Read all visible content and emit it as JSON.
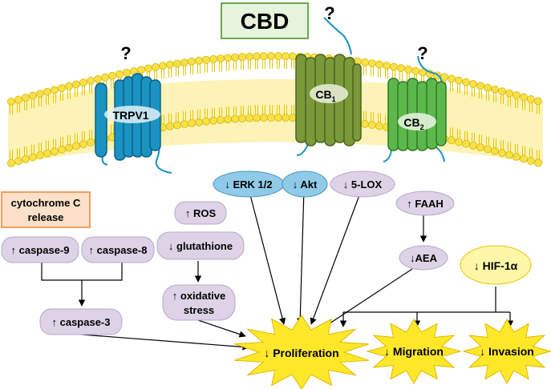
{
  "title": "CBD",
  "question_mark": "?",
  "receptors": {
    "trpv1": "TRPV1",
    "cb1": {
      "base": "CB",
      "sub": "1"
    },
    "cb2": {
      "base": "CB",
      "sub": "2"
    }
  },
  "nodes": {
    "cytochrome": {
      "line1": "cytochrome C",
      "line2": "release"
    },
    "caspase9": "↑ caspase-9",
    "caspase8": "↑ caspase-8",
    "caspase3": "↑ caspase-3",
    "ros": "↑ ROS",
    "glutathione": "↓ glutathione",
    "oxidative": {
      "line1": "↑ oxidative",
      "line2": "stress"
    },
    "erk": "↓ ERK 1/2",
    "akt": "↓ Akt",
    "lox": "↓ 5-LOX",
    "faah": "↑ FAAH",
    "aea": "↓AEA",
    "hif": "↓ HIF-1α"
  },
  "outcomes": {
    "proliferation": "↓ Proliferation",
    "migration": "↓ Migration",
    "invasion": "↓ Invasion"
  },
  "colors": {
    "membrane": "#f7e04a",
    "membrane_outline": "#d9b800",
    "trpv1": "#1a93c3",
    "cb1": "#7a9a3a",
    "cb2": "#5cb84c",
    "lavender": "#ddd2e6",
    "blue_node": "#8fcbe9",
    "yellow_node": "#fff7a8",
    "title_box": "#e6f4dd",
    "cytochrome_box": "#fde0c9",
    "star": "#ffe82a"
  }
}
